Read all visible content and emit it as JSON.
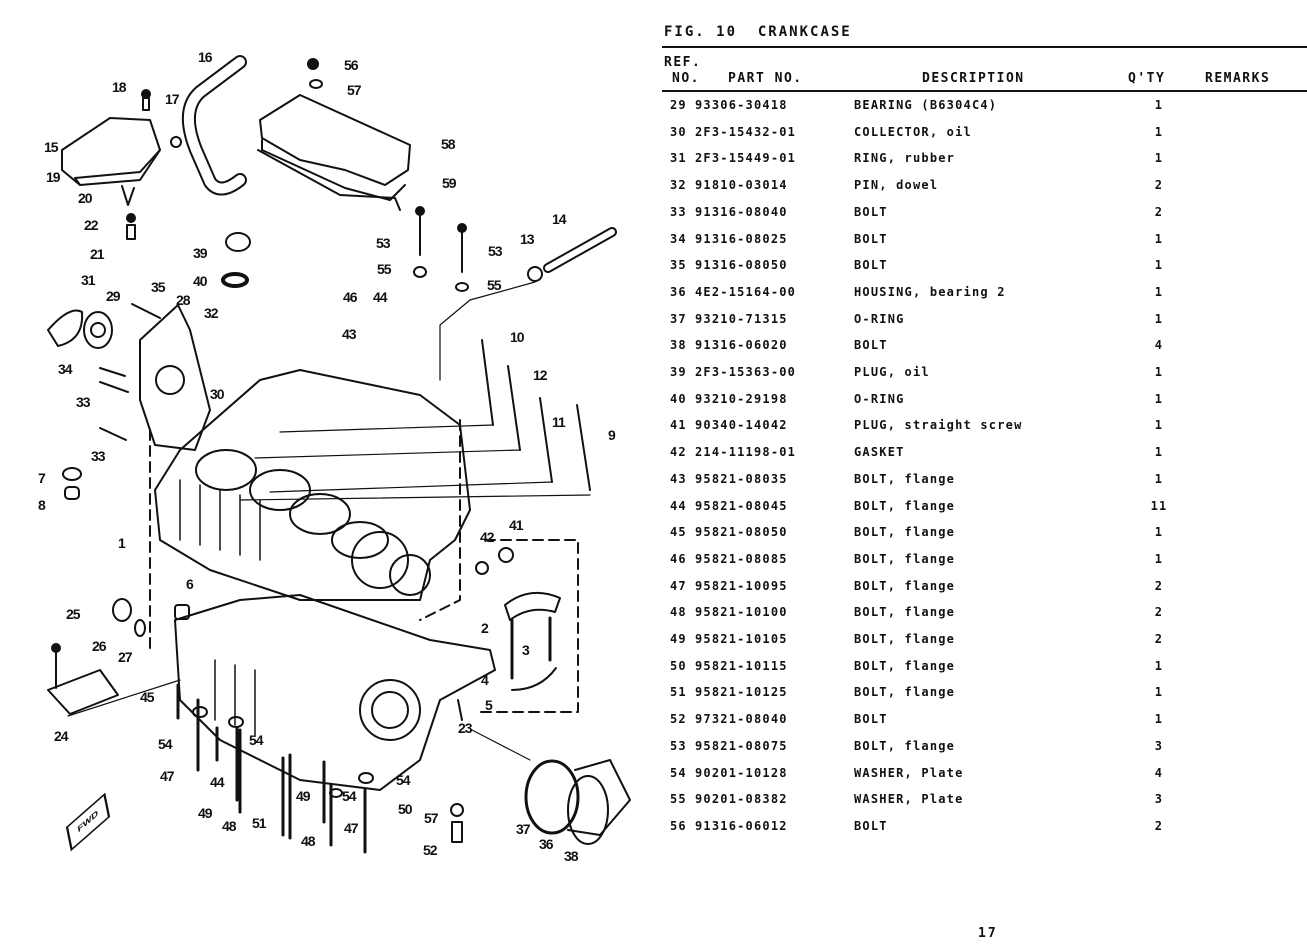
{
  "figure": {
    "label": "FIG. 10",
    "title": "CRANKCASE"
  },
  "table": {
    "headers": {
      "ref_line1": "REF.",
      "ref_line2": "NO.",
      "part_no": "PART NO.",
      "description": "DESCRIPTION",
      "qty": "Q'TY",
      "remarks": "REMARKS"
    },
    "rows": [
      {
        "ref": "29",
        "part_no": "93306-30418",
        "description": "BEARING (B6304C4)",
        "qty": "1",
        "remarks": ""
      },
      {
        "ref": "30",
        "part_no": "2F3-15432-01",
        "description": "COLLECTOR, oil",
        "qty": "1",
        "remarks": ""
      },
      {
        "ref": "31",
        "part_no": "2F3-15449-01",
        "description": "RING, rubber",
        "qty": "1",
        "remarks": ""
      },
      {
        "ref": "32",
        "part_no": "91810-03014",
        "description": "PIN, dowel",
        "qty": "2",
        "remarks": ""
      },
      {
        "ref": "33",
        "part_no": "91316-08040",
        "description": "BOLT",
        "qty": "2",
        "remarks": ""
      },
      {
        "ref": "34",
        "part_no": "91316-08025",
        "description": "BOLT",
        "qty": "1",
        "remarks": ""
      },
      {
        "ref": "35",
        "part_no": "91316-08050",
        "description": "BOLT",
        "qty": "1",
        "remarks": ""
      },
      {
        "ref": "36",
        "part_no": "4E2-15164-00",
        "description": "HOUSING, bearing 2",
        "qty": "1",
        "remarks": ""
      },
      {
        "ref": "37",
        "part_no": "93210-71315",
        "description": "O-RING",
        "qty": "1",
        "remarks": ""
      },
      {
        "ref": "38",
        "part_no": "91316-06020",
        "description": "BOLT",
        "qty": "4",
        "remarks": ""
      },
      {
        "ref": "39",
        "part_no": "2F3-15363-00",
        "description": "PLUG, oil",
        "qty": "1",
        "remarks": ""
      },
      {
        "ref": "40",
        "part_no": "93210-29198",
        "description": "O-RING",
        "qty": "1",
        "remarks": ""
      },
      {
        "ref": "41",
        "part_no": "90340-14042",
        "description": "PLUG, straight screw",
        "qty": "1",
        "remarks": ""
      },
      {
        "ref": "42",
        "part_no": "214-11198-01",
        "description": "GASKET",
        "qty": "1",
        "remarks": ""
      },
      {
        "ref": "43",
        "part_no": "95821-08035",
        "description": "BOLT, flange",
        "qty": "1",
        "remarks": ""
      },
      {
        "ref": "44",
        "part_no": "95821-08045",
        "description": "BOLT, flange",
        "qty": "11",
        "remarks": ""
      },
      {
        "ref": "45",
        "part_no": "95821-08050",
        "description": "BOLT, flange",
        "qty": "1",
        "remarks": ""
      },
      {
        "ref": "46",
        "part_no": "95821-08085",
        "description": "BOLT, flange",
        "qty": "1",
        "remarks": ""
      },
      {
        "ref": "47",
        "part_no": "95821-10095",
        "description": "BOLT, flange",
        "qty": "2",
        "remarks": ""
      },
      {
        "ref": "48",
        "part_no": "95821-10100",
        "description": "BOLT, flange",
        "qty": "2",
        "remarks": ""
      },
      {
        "ref": "49",
        "part_no": "95821-10105",
        "description": "BOLT, flange",
        "qty": "2",
        "remarks": ""
      },
      {
        "ref": "50",
        "part_no": "95821-10115",
        "description": "BOLT, flange",
        "qty": "1",
        "remarks": ""
      },
      {
        "ref": "51",
        "part_no": "95821-10125",
        "description": "BOLT, flange",
        "qty": "1",
        "remarks": ""
      },
      {
        "ref": "52",
        "part_no": "97321-08040",
        "description": "BOLT",
        "qty": "1",
        "remarks": ""
      },
      {
        "ref": "53",
        "part_no": "95821-08075",
        "description": "BOLT, flange",
        "qty": "3",
        "remarks": ""
      },
      {
        "ref": "54",
        "part_no": "90201-10128",
        "description": "WASHER, Plate",
        "qty": "4",
        "remarks": ""
      },
      {
        "ref": "55",
        "part_no": "90201-08382",
        "description": "WASHER, Plate",
        "qty": "3",
        "remarks": ""
      },
      {
        "ref": "56",
        "part_no": "91316-06012",
        "description": "BOLT",
        "qty": "2",
        "remarks": ""
      }
    ]
  },
  "diagram": {
    "fwd_label": "FWD",
    "callouts": [
      "16",
      "56",
      "57",
      "18",
      "17",
      "15",
      "19",
      "58",
      "59",
      "20",
      "22",
      "21",
      "14",
      "13",
      "53",
      "53",
      "39",
      "40",
      "55",
      "55",
      "31",
      "35",
      "28",
      "29",
      "46",
      "44",
      "43",
      "32",
      "10",
      "34",
      "12",
      "33",
      "30",
      "33",
      "11",
      "9",
      "7",
      "8",
      "42",
      "41",
      "1",
      "6",
      "25",
      "26",
      "27",
      "2",
      "3",
      "4",
      "5",
      "45",
      "23",
      "24",
      "54",
      "54",
      "47",
      "44",
      "54",
      "57",
      "49",
      "54",
      "48",
      "50",
      "51",
      "49",
      "47",
      "48",
      "37",
      "36",
      "52",
      "38"
    ]
  },
  "page_number": "17"
}
